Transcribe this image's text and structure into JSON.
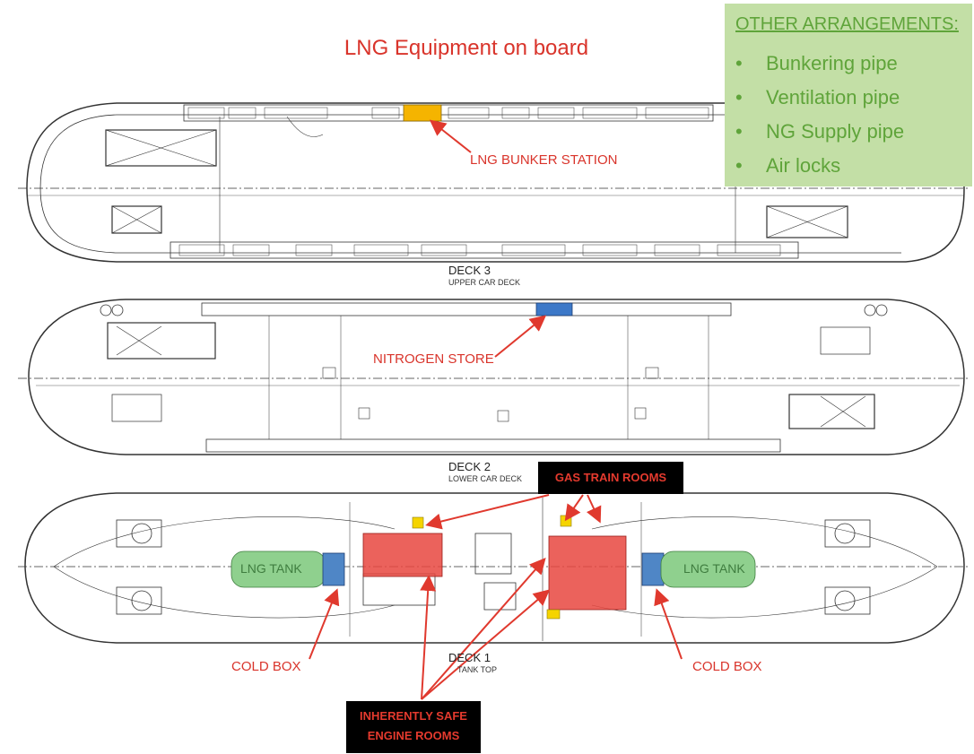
{
  "title": "LNG Equipment on board",
  "other_arrangements": {
    "heading": "OTHER ARRANGEMENTS:",
    "items": [
      "Bunkering pipe",
      "Ventilation pipe",
      "NG Supply pipe",
      "Air locks"
    ]
  },
  "decks": [
    {
      "name": "DECK 3",
      "sub": "UPPER CAR DECK"
    },
    {
      "name": "DECK 2",
      "sub": "LOWER CAR DECK"
    },
    {
      "name": "DECK 1",
      "sub": "TANK TOP"
    }
  ],
  "labels": {
    "lng_bunker_station": "LNG BUNKER STATION",
    "nitrogen_store": "NITROGEN STORE",
    "gas_train_rooms": "GAS TRAIN ROOMS",
    "cold_box_left": "COLD BOX",
    "cold_box_right": "COLD BOX",
    "inherently_safe_line1": "INHERENTLY SAFE",
    "inherently_safe_line2": "ENGINE ROOMS",
    "lng_tank_left": "LNG TANK",
    "lng_tank_right": "LNG TANK"
  },
  "colors": {
    "accent_red": "#d9342b",
    "lng_tank": "#8fd08e",
    "cold_box": "#4f86c6",
    "engine_room": "#e8473f",
    "bunker_station": "#f5b400",
    "nitrogen_store": "#3c78c8",
    "arrangements_bg": "#c3dfa6",
    "arrangements_text": "#5fa43a"
  }
}
